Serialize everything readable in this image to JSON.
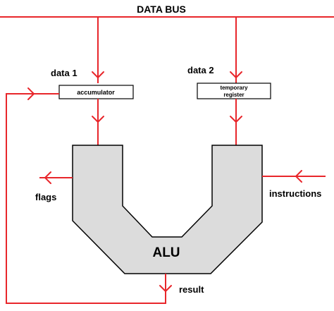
{
  "title": "DATA BUS",
  "inputs": {
    "data1_label": "data 1",
    "data2_label": "data 2"
  },
  "boxes": {
    "accumulator": "accumulator",
    "temporary_register_line1": "temporary",
    "temporary_register_line2": "register"
  },
  "alu_label": "ALU",
  "outputs": {
    "flags": "flags",
    "result": "result",
    "instructions": "instructions"
  },
  "colors": {
    "wire": "#e8262b",
    "alu_fill": "#dcdcdc",
    "outline": "#000000"
  }
}
